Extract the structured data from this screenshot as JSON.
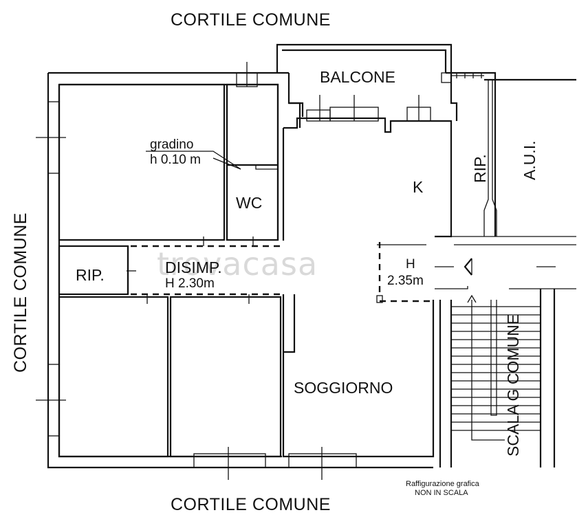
{
  "labels": {
    "cortile_top": "CORTILE COMUNE",
    "cortile_left": "CORTILE COMUNE",
    "cortile_bottom": "CORTILE COMUNE",
    "balcone": "BALCONE",
    "rip_right": "RIP.",
    "aui": "A.U.I.",
    "kitchen": "K",
    "wc": "WC",
    "gradino_1": "gradino",
    "gradino_2": "h 0.10 m",
    "rip_left": "RIP.",
    "disimp": "DISIMP.",
    "disimp_h": "H 2.30m",
    "hall_h": "H",
    "hall_h_val": "2.35m",
    "soggiorno": "SOGGIORNO",
    "scala": "SCALA G COMUNE",
    "note_1": "Raffigurazione grafica",
    "note_2": "NON IN SCALA",
    "watermark": "trovacasa"
  }
}
